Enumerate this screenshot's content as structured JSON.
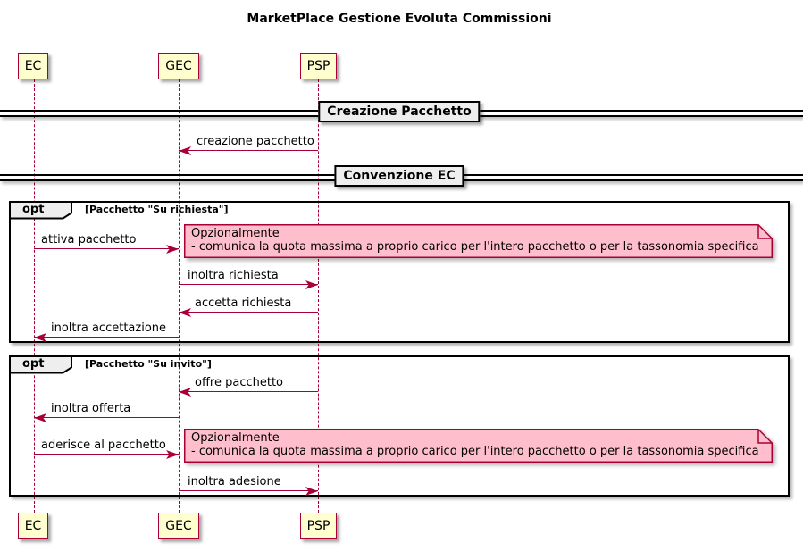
{
  "title": "MarketPlace Gestione Evoluta Commissioni",
  "participants": [
    {
      "name": "EC"
    },
    {
      "name": "GEC"
    },
    {
      "name": "PSP"
    }
  ],
  "dividers": [
    {
      "label": "Creazione Pacchetto"
    },
    {
      "label": "Convenzione EC"
    }
  ],
  "frames": [
    {
      "keyword": "opt",
      "condition": "[Pacchetto \"Su richiesta\"]"
    },
    {
      "keyword": "opt",
      "condition": "[Pacchetto \"Su invito\"]"
    }
  ],
  "messages": [
    {
      "label": "creazione pacchetto",
      "from": "PSP",
      "to": "GEC"
    },
    {
      "label": "attiva pacchetto",
      "from": "EC",
      "to": "GEC"
    },
    {
      "label": "inoltra richiesta",
      "from": "GEC",
      "to": "PSP"
    },
    {
      "label": "accetta richiesta",
      "from": "PSP",
      "to": "GEC"
    },
    {
      "label": "inoltra accettazione",
      "from": "GEC",
      "to": "EC"
    },
    {
      "label": "offre pacchetto",
      "from": "PSP",
      "to": "GEC"
    },
    {
      "label": "inoltra offerta",
      "from": "GEC",
      "to": "EC"
    },
    {
      "label": "aderisce al pacchetto",
      "from": "EC",
      "to": "GEC"
    },
    {
      "label": "inoltra adesione",
      "from": "GEC",
      "to": "PSP"
    }
  ],
  "notes": [
    {
      "line1": "Opzionalmente",
      "line2": "- comunica la quota massima a proprio carico per l'intero pacchetto o per la tassonomia specifica"
    },
    {
      "line1": "Opzionalmente",
      "line2": "- comunica la quota massima a proprio carico per l'intero pacchetto o per la tassonomia specifica"
    }
  ],
  "colors": {
    "accent": "#A80036",
    "participant_fill": "#FEFECE",
    "note_fill": "#FFBECB",
    "divider_fill": "#EEEEEE",
    "frame_border": "#000000"
  }
}
